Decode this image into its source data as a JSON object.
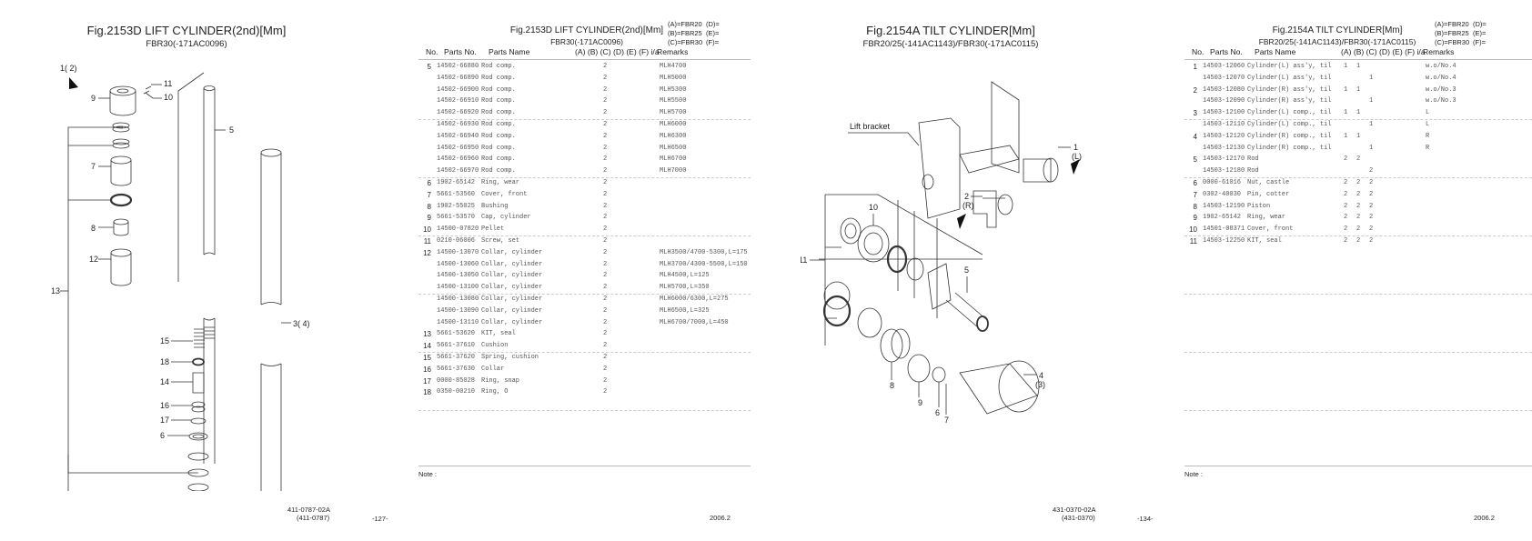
{
  "page1": {
    "figure": {
      "title": "Fig.2153D  LIFT CYLINDER(2nd)[Mm]",
      "subtitle": "FBR30(-171AC0096)",
      "callouts": [
        "1( 2)",
        "9",
        "11",
        "10",
        "5",
        "7",
        "8",
        "12",
        "13",
        "3( 4)",
        "15",
        "18",
        "14",
        "16",
        "17",
        "6"
      ]
    },
    "table": {
      "title": "Fig.2153D  LIFT CYLINDER(2nd)[Mm]",
      "subtitle": "FBR30(-171AC0096)",
      "legend": [
        "(A)=FBR20",
        "(D)=",
        "(B)=FBR25",
        "(E)=",
        "(C)=FBR30",
        "(F)="
      ],
      "headers": [
        "No.",
        "Parts No.",
        "Parts Name",
        "(A) (B) (C) (D) (E) (F)  i/a",
        "Remarks"
      ],
      "rows": [
        {
          "no": "5",
          "part": "14502-66880",
          "name": "Rod comp.",
          "A": "",
          "B": "",
          "C": "2",
          "remarks": "MLH4700"
        },
        {
          "no": "",
          "part": "14502-66890",
          "name": "Rod comp.",
          "A": "",
          "B": "",
          "C": "2",
          "remarks": "MLH5000"
        },
        {
          "no": "",
          "part": "14502-66900",
          "name": "Rod comp.",
          "A": "",
          "B": "",
          "C": "2",
          "remarks": "MLH5300"
        },
        {
          "no": "",
          "part": "14502-66910",
          "name": "Rod comp.",
          "A": "",
          "B": "",
          "C": "2",
          "remarks": "MLH5500"
        },
        {
          "no": "",
          "part": "14502-66920",
          "name": "Rod comp.",
          "A": "",
          "B": "",
          "C": "2",
          "remarks": "MLH5700"
        },
        {
          "no": "",
          "part": "14502-66930",
          "name": "Rod comp.",
          "A": "",
          "B": "",
          "C": "2",
          "remarks": "MLH6000"
        },
        {
          "no": "",
          "part": "14502-66940",
          "name": "Rod comp.",
          "A": "",
          "B": "",
          "C": "2",
          "remarks": "MLH6300"
        },
        {
          "no": "",
          "part": "14502-66950",
          "name": "Rod comp.",
          "A": "",
          "B": "",
          "C": "2",
          "remarks": "MLH6500"
        },
        {
          "no": "",
          "part": "14502-66960",
          "name": "Rod comp.",
          "A": "",
          "B": "",
          "C": "2",
          "remarks": "MLH6700"
        },
        {
          "no": "",
          "part": "14502-66970",
          "name": "Rod comp.",
          "A": "",
          "B": "",
          "C": "2",
          "remarks": "MLH7000"
        },
        {
          "no": "6",
          "part": "1902-65142",
          "name": "Ring, wear",
          "A": "",
          "B": "",
          "C": "2",
          "remarks": ""
        },
        {
          "no": "7",
          "part": "5661-53560",
          "name": "Cover, front",
          "A": "",
          "B": "",
          "C": "2",
          "remarks": ""
        },
        {
          "no": "8",
          "part": "1902-55025",
          "name": "Bushing",
          "A": "",
          "B": "",
          "C": "2",
          "remarks": ""
        },
        {
          "no": "9",
          "part": "5661-53570",
          "name": "Cap, cylinder",
          "A": "",
          "B": "",
          "C": "2",
          "remarks": ""
        },
        {
          "no": "10",
          "part": "14500-07820",
          "name": "Pellet",
          "A": "",
          "B": "",
          "C": "2",
          "remarks": ""
        },
        {
          "no": "11",
          "part": "0210-06006",
          "name": "Screw, set",
          "A": "",
          "B": "",
          "C": "2",
          "remarks": ""
        },
        {
          "no": "12",
          "part": "14500-13070",
          "name": "Collar, cylinder",
          "A": "",
          "B": "",
          "C": "2",
          "remarks": "MLH3500/4700-5300,L=175"
        },
        {
          "no": "",
          "part": "14500-13060",
          "name": "Collar, cylinder",
          "A": "",
          "B": "",
          "C": "2",
          "remarks": "MLH3700/4300-5500,L=150"
        },
        {
          "no": "",
          "part": "14500-13050",
          "name": "Collar, cylinder",
          "A": "",
          "B": "",
          "C": "2",
          "remarks": "MLH4500,L=125"
        },
        {
          "no": "",
          "part": "14500-13100",
          "name": "Collar, cylinder",
          "A": "",
          "B": "",
          "C": "2",
          "remarks": "MLH5700,L=350"
        },
        {
          "no": "",
          "part": "14500-13080",
          "name": "Collar, cylinder",
          "A": "",
          "B": "",
          "C": "2",
          "remarks": "MLH6000/6300,L=275"
        },
        {
          "no": "",
          "part": "14500-13090",
          "name": "Collar, cylinder",
          "A": "",
          "B": "",
          "C": "2",
          "remarks": "MLH6500,L=325"
        },
        {
          "no": "",
          "part": "14500-13110",
          "name": "Collar, cylinder",
          "A": "",
          "B": "",
          "C": "2",
          "remarks": "MLH6700/7000,L=450"
        },
        {
          "no": "13",
          "part": "5661-53620",
          "name": "KIT, seal",
          "A": "",
          "B": "",
          "C": "2",
          "remarks": ""
        },
        {
          "no": "14",
          "part": "5661-37610",
          "name": "Cushion",
          "A": "",
          "B": "",
          "C": "2",
          "remarks": ""
        },
        {
          "no": "15",
          "part": "5661-37620",
          "name": "Spring, cushion",
          "A": "",
          "B": "",
          "C": "2",
          "remarks": ""
        },
        {
          "no": "16",
          "part": "5661-37630",
          "name": "Collar",
          "A": "",
          "B": "",
          "C": "2",
          "remarks": ""
        },
        {
          "no": "17",
          "part": "0000-85028",
          "name": "Ring, snap",
          "A": "",
          "B": "",
          "C": "2",
          "remarks": ""
        },
        {
          "no": "18",
          "part": "0350-00210",
          "name": "Ring, O",
          "A": "",
          "B": "",
          "C": "2",
          "remarks": ""
        }
      ],
      "note_label": "Note :"
    },
    "footer": {
      "code": "411-0787-02A",
      "code_alt": "(411-0787)",
      "page": "-127-",
      "date": "2006.2"
    }
  },
  "page2": {
    "figure": {
      "title": "Fig.2154A  TILT CYLINDER[Mm]",
      "subtitle": "FBR20/25(-141AC1143)/FBR30(-171AC0115)",
      "callouts": [
        "Lift bracket",
        "1",
        "(L)",
        "2",
        "(R)",
        "10",
        "11",
        "5",
        "8",
        "9",
        "6",
        "7",
        "4",
        "(3)"
      ]
    },
    "table": {
      "title": "Fig.2154A  TILT CYLINDER[Mm]",
      "subtitle": "FBR20/25(-141AC1143)/FBR30(-171AC0115)",
      "legend": [
        "(A)=FBR20",
        "(D)=",
        "(B)=FBR25",
        "(E)=",
        "(C)=FBR30",
        "(F)="
      ],
      "headers": [
        "No.",
        "Parts No.",
        "Parts Name",
        "(A) (B) (C) (D) (E) (F)  i/a",
        "Remarks"
      ],
      "rows": [
        {
          "no": "1",
          "part": "14503-12060",
          "name": "Cylinder(L) ass'y, til",
          "A": "1",
          "B": "1",
          "C": "",
          "remarks": "w.o/No.4"
        },
        {
          "no": "",
          "part": "14503-12070",
          "name": "Cylinder(L) ass'y, til",
          "A": "",
          "B": "",
          "C": "1",
          "remarks": "w.o/No.4"
        },
        {
          "no": "2",
          "part": "14503-12080",
          "name": "Cylinder(R) ass'y, til",
          "A": "1",
          "B": "1",
          "C": "",
          "remarks": "w.o/No.3"
        },
        {
          "no": "",
          "part": "14503-12090",
          "name": "Cylinder(R) ass'y, til",
          "A": "",
          "B": "",
          "C": "1",
          "remarks": "w.o/No.3"
        },
        {
          "no": "3",
          "part": "14503-12100",
          "name": "Cylinder(L) comp., til",
          "A": "1",
          "B": "1",
          "C": "",
          "remarks": "L"
        },
        {
          "no": "",
          "part": "14503-12110",
          "name": "Cylinder(L) comp., til",
          "A": "",
          "B": "",
          "C": "1",
          "remarks": "L"
        },
        {
          "no": "4",
          "part": "14503-12120",
          "name": "Cylinder(R) comp., til",
          "A": "1",
          "B": "1",
          "C": "",
          "remarks": "R"
        },
        {
          "no": "",
          "part": "14503-12130",
          "name": "Cylinder(R) comp., til",
          "A": "",
          "B": "",
          "C": "1",
          "remarks": "R"
        },
        {
          "no": "5",
          "part": "14503-12170",
          "name": "Rod",
          "A": "2",
          "B": "2",
          "C": "",
          "remarks": ""
        },
        {
          "no": "",
          "part": "14503-12180",
          "name": "Rod",
          "A": "",
          "B": "",
          "C": "2",
          "remarks": ""
        },
        {
          "no": "6",
          "part": "0000-61016",
          "name": "Nut, castle",
          "A": "2",
          "B": "2",
          "C": "2",
          "remarks": ""
        },
        {
          "no": "7",
          "part": "0302-40030",
          "name": "Pin, cotter",
          "A": "2",
          "B": "2",
          "C": "2",
          "remarks": ""
        },
        {
          "no": "8",
          "part": "14503-12190",
          "name": "Piston",
          "A": "2",
          "B": "2",
          "C": "2",
          "remarks": ""
        },
        {
          "no": "9",
          "part": "1902-65142",
          "name": "Ring, wear",
          "A": "2",
          "B": "2",
          "C": "2",
          "remarks": ""
        },
        {
          "no": "10",
          "part": "14501-08371",
          "name": "Cover, front",
          "A": "2",
          "B": "2",
          "C": "2",
          "remarks": ""
        },
        {
          "no": "11",
          "part": "14503-12250",
          "name": "KIT, seal",
          "A": "2",
          "B": "2",
          "C": "2",
          "remarks": ""
        }
      ],
      "note_label": "Note :"
    },
    "footer": {
      "code": "431-0370-02A",
      "code_alt": "(431-0370)",
      "page": "-134-",
      "date": "2006.2"
    }
  }
}
